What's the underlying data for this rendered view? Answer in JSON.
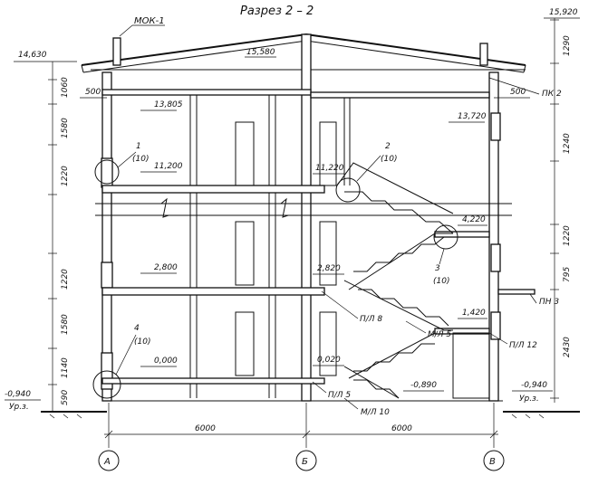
{
  "title": "Разрез 2 – 2",
  "roof_label": "МОК-1",
  "elevations": {
    "ridge": "15,580",
    "top_right": "15,920",
    "eave_left": "14,630",
    "ceil_left": "13,805",
    "ceil_right": "13,720",
    "floor3_left": "11,200",
    "floor3_mid": "11,220",
    "landing_mid": "4,220",
    "floor2_left": "2,800",
    "floor2_mid": "2,820",
    "landing_low": "1,420",
    "floor1_left": "0,000",
    "floor1_mid": "0,020",
    "pit": "-0,890",
    "ground_left": "-0,940",
    "ground_right": "-0,940"
  },
  "ground_label": "Ур.з.",
  "left_dims": [
    "1060",
    "1580",
    "1220",
    "1220",
    "1580",
    "1140",
    "590"
  ],
  "right_dims": [
    "1290",
    "1240",
    "1220",
    "795",
    "2430"
  ],
  "overhang": "500",
  "bottom_dims": [
    "6000",
    "6000"
  ],
  "axes": [
    "А",
    "Б",
    "В"
  ],
  "callouts": [
    {
      "num": "1",
      "sub": "(10)"
    },
    {
      "num": "2",
      "sub": "(10)"
    },
    {
      "num": "3",
      "sub": "(10)"
    },
    {
      "num": "4",
      "sub": "(10)"
    }
  ],
  "labels": {
    "pk2": "ПК 2",
    "pl8": "П/Л 8",
    "ml5": "М/Л 5",
    "pn3": "ПН 3",
    "pl12": "П/Л 12",
    "pl5": "П/Л 5",
    "ml10": "М/Л 10"
  }
}
